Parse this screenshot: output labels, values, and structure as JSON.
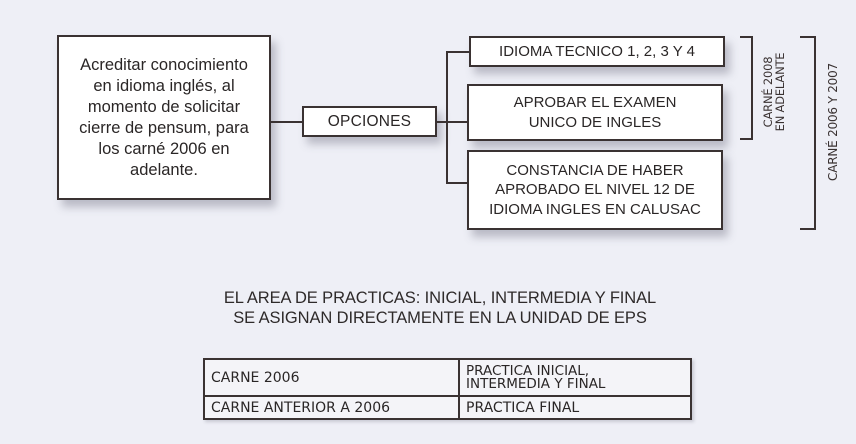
{
  "diagram": {
    "main_requirement": "Acreditar conocimiento\nen idioma inglés, al\nmomento de solicitar\ncierre de pensum, para\nlos carné 2006 en\nadelante.",
    "options_label": "OPCIONES",
    "options": [
      {
        "label": "IDIOMA TECNICO 1, 2, 3 Y 4"
      },
      {
        "label": "APROBAR EL EXAMEN\nUNICO DE INGLES"
      },
      {
        "label": "CONSTANCIA DE HABER\nAPROBADO EL NIVEL 12 DE\nIDIOMA INGLES EN CALUSAC"
      }
    ],
    "brackets": [
      {
        "label": "CARNÉ 2008\nEN ADELANTE",
        "covers": "options 1-2"
      },
      {
        "label": "CARNÉ 2006 Y 2007",
        "covers": "options 1-3"
      }
    ]
  },
  "note": {
    "line1": "EL AREA DE PRACTICAS: INICIAL, INTERMEDIA Y FINAL",
    "line2": "SE ASIGNAN DIRECTAMENTE EN LA UNIDAD DE EPS"
  },
  "table": {
    "rows": [
      {
        "carne": "CARNE 2006",
        "practica": "PRACTICA INICIAL,\nINTERMEDIA Y FINAL"
      },
      {
        "carne": "CARNE ANTERIOR A 2006",
        "practica": "PRACTICA FINAL"
      }
    ]
  },
  "colors": {
    "background": "#eeeff6",
    "box_fill": "#ffffff",
    "stroke": "#3a3232",
    "text": "#2a2626"
  }
}
